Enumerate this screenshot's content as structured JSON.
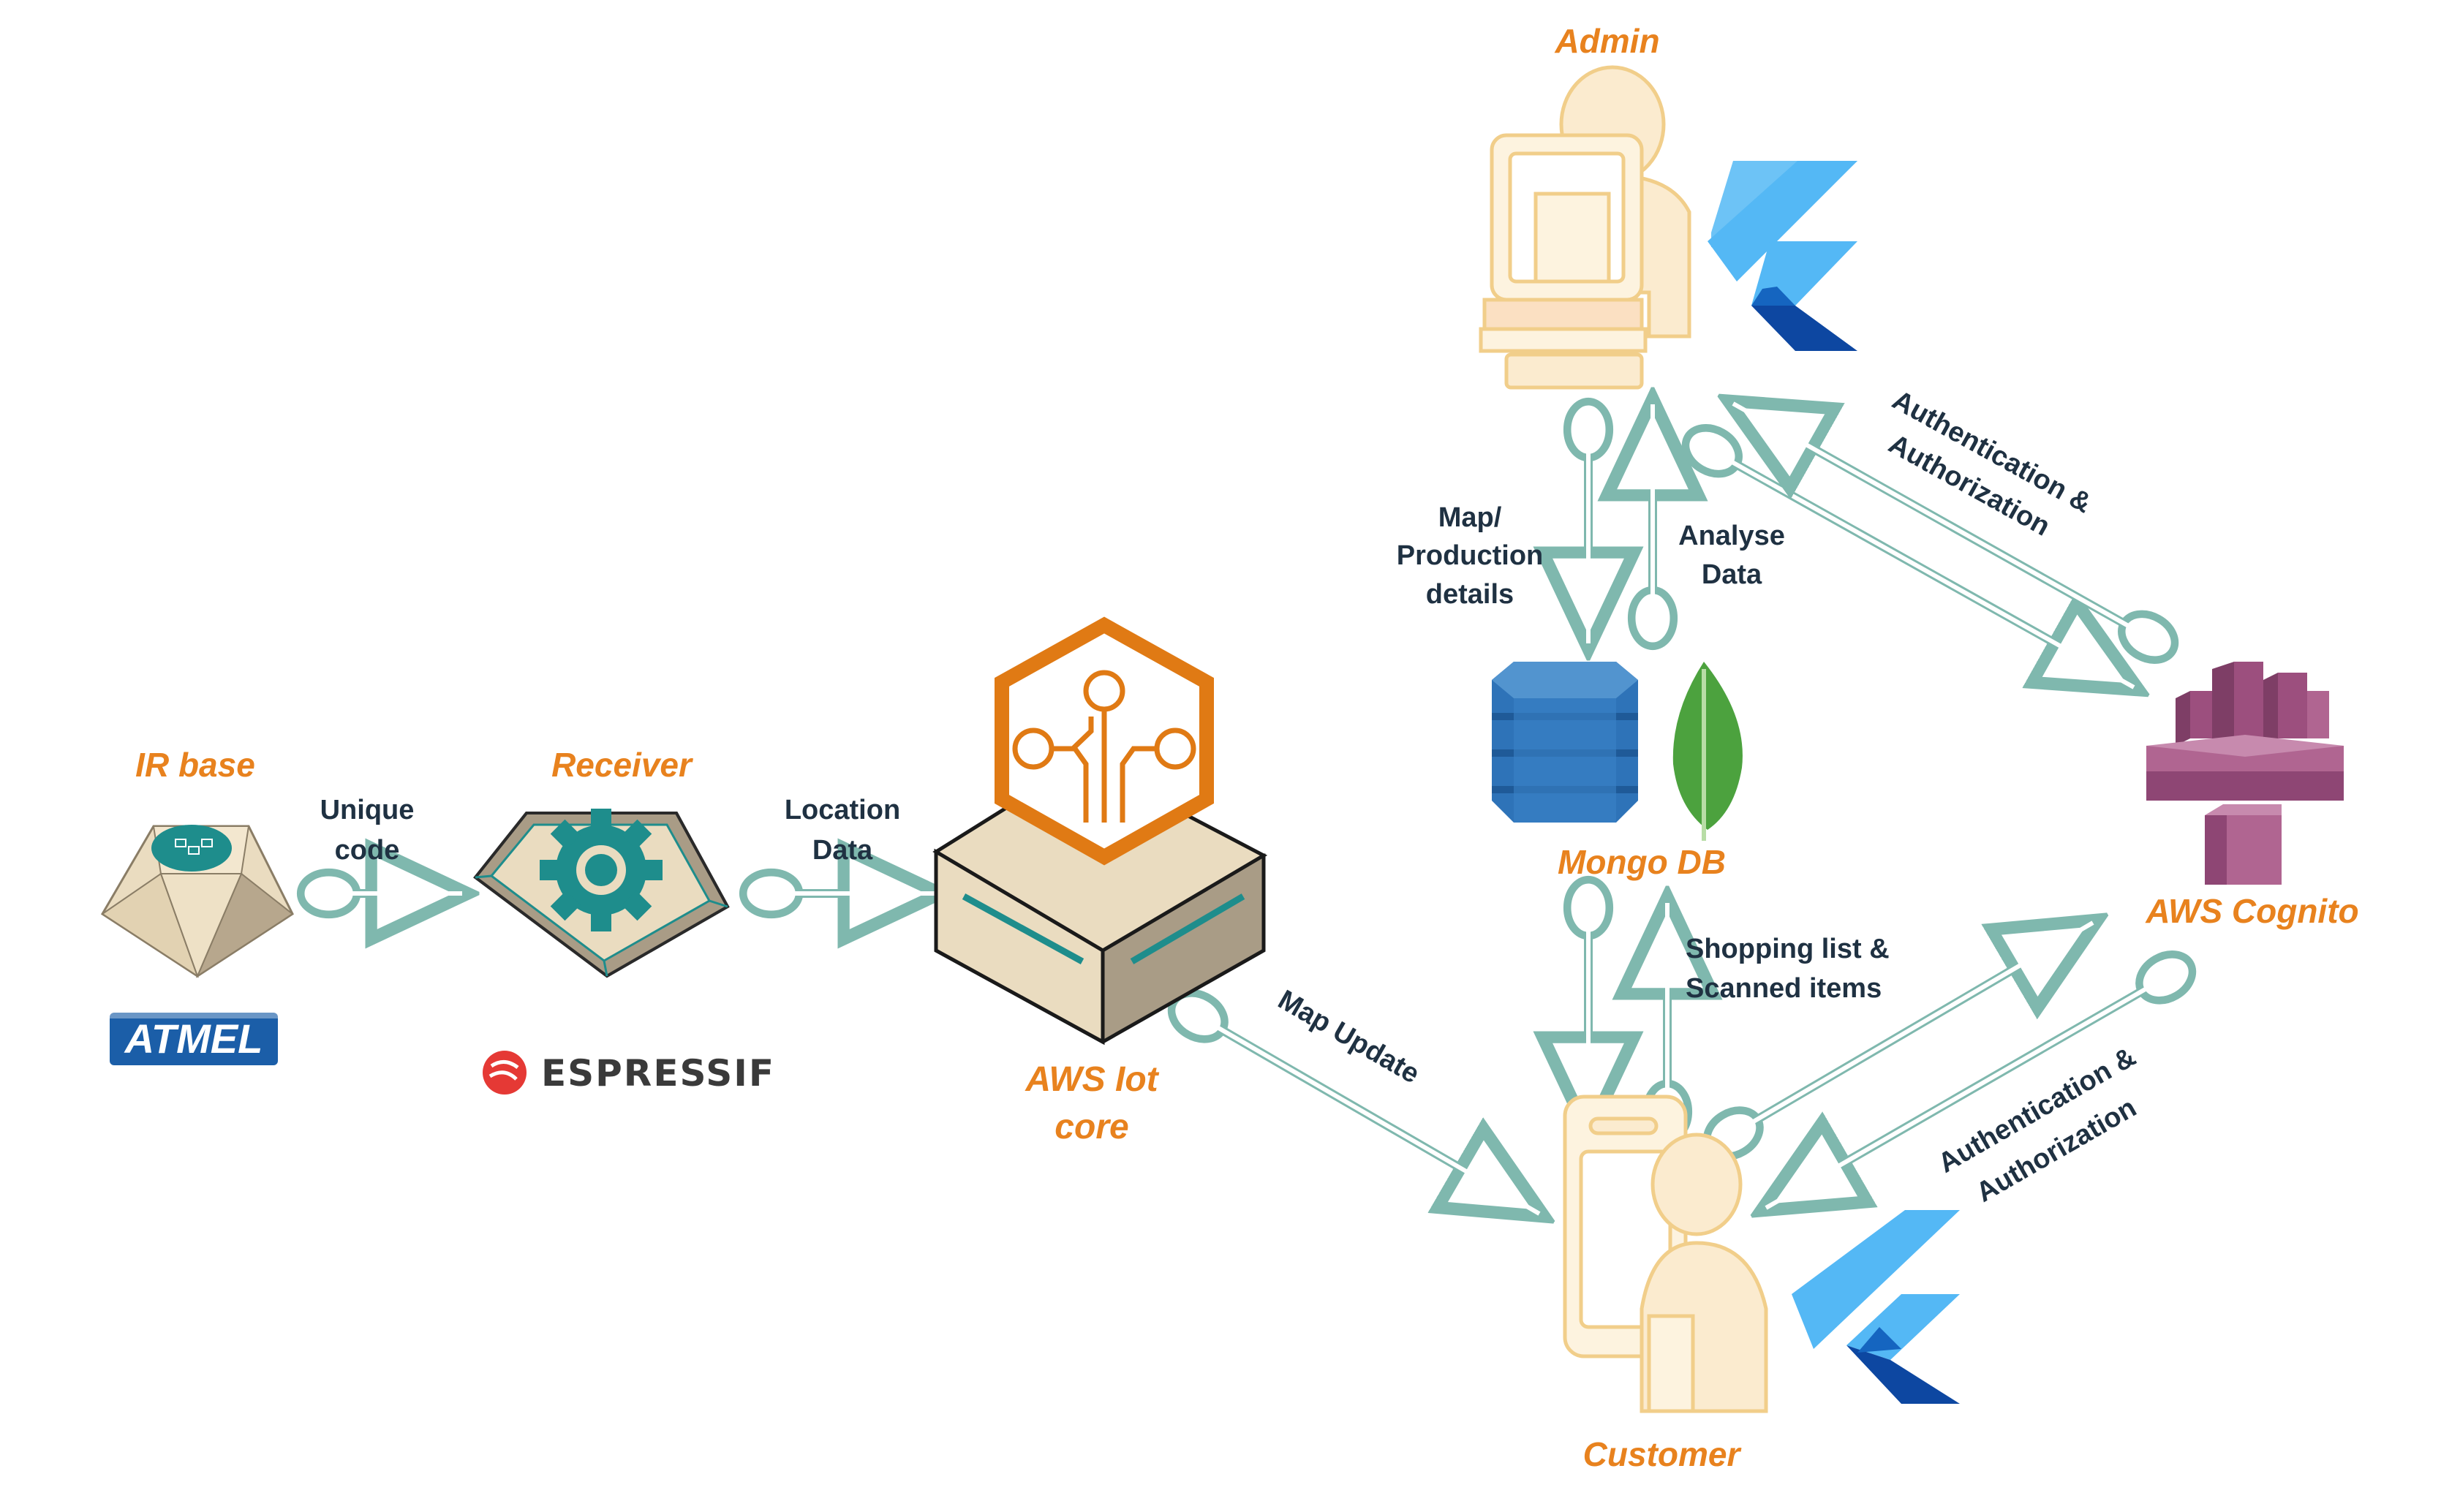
{
  "nodes": {
    "ir_base": {
      "title": "IR base",
      "brand": "ATMEL",
      "icon": "ir-sensor-icon"
    },
    "receiver": {
      "title": "Receiver",
      "brand": "ESPRESSIF",
      "icon": "gear-icon"
    },
    "iot_core": {
      "title_line1": "AWS Iot",
      "title_line2": "core",
      "icon": "aws-iot-core-icon"
    },
    "admin": {
      "title": "Admin",
      "icon": "admin-workstation-icon"
    },
    "mongo": {
      "title": "Mongo DB",
      "icon": "database-icon"
    },
    "cognito": {
      "title": "AWS Cognito",
      "icon": "aws-cognito-icon"
    },
    "customer": {
      "title": "Customer",
      "icon": "mobile-user-icon"
    }
  },
  "edges": {
    "unique_code": {
      "line1": "Unique",
      "line2": "code"
    },
    "location_data": {
      "line1": "Location",
      "line2": "Data"
    },
    "map_update": {
      "line1": "Map Update"
    },
    "map_production": {
      "line1": "Map/",
      "line2": "Production",
      "line3": "details"
    },
    "analyse_data": {
      "line1": "Analyse",
      "line2": "Data"
    },
    "auth_admin": {
      "line1": "Authentication &",
      "line2": "Authorization"
    },
    "shopping": {
      "line1": "Shopping list &",
      "line2": "Scanned items"
    },
    "auth_customer": {
      "line1": "Authentication &",
      "line2": "Authorization"
    }
  },
  "colors": {
    "accent_orange": "#E8821E",
    "arrow_teal": "#7FB8AE",
    "label_dark": "#1f3142",
    "flutter_light": "#54B8F5",
    "flutter_dark": "#0D47A1",
    "cognito_purple": "#9C4F7E",
    "dynamo_blue": "#2E73B8",
    "mongo_green": "#4CA23E",
    "atmel_blue": "#1B5EA8",
    "espressif_red": "#E53935"
  }
}
